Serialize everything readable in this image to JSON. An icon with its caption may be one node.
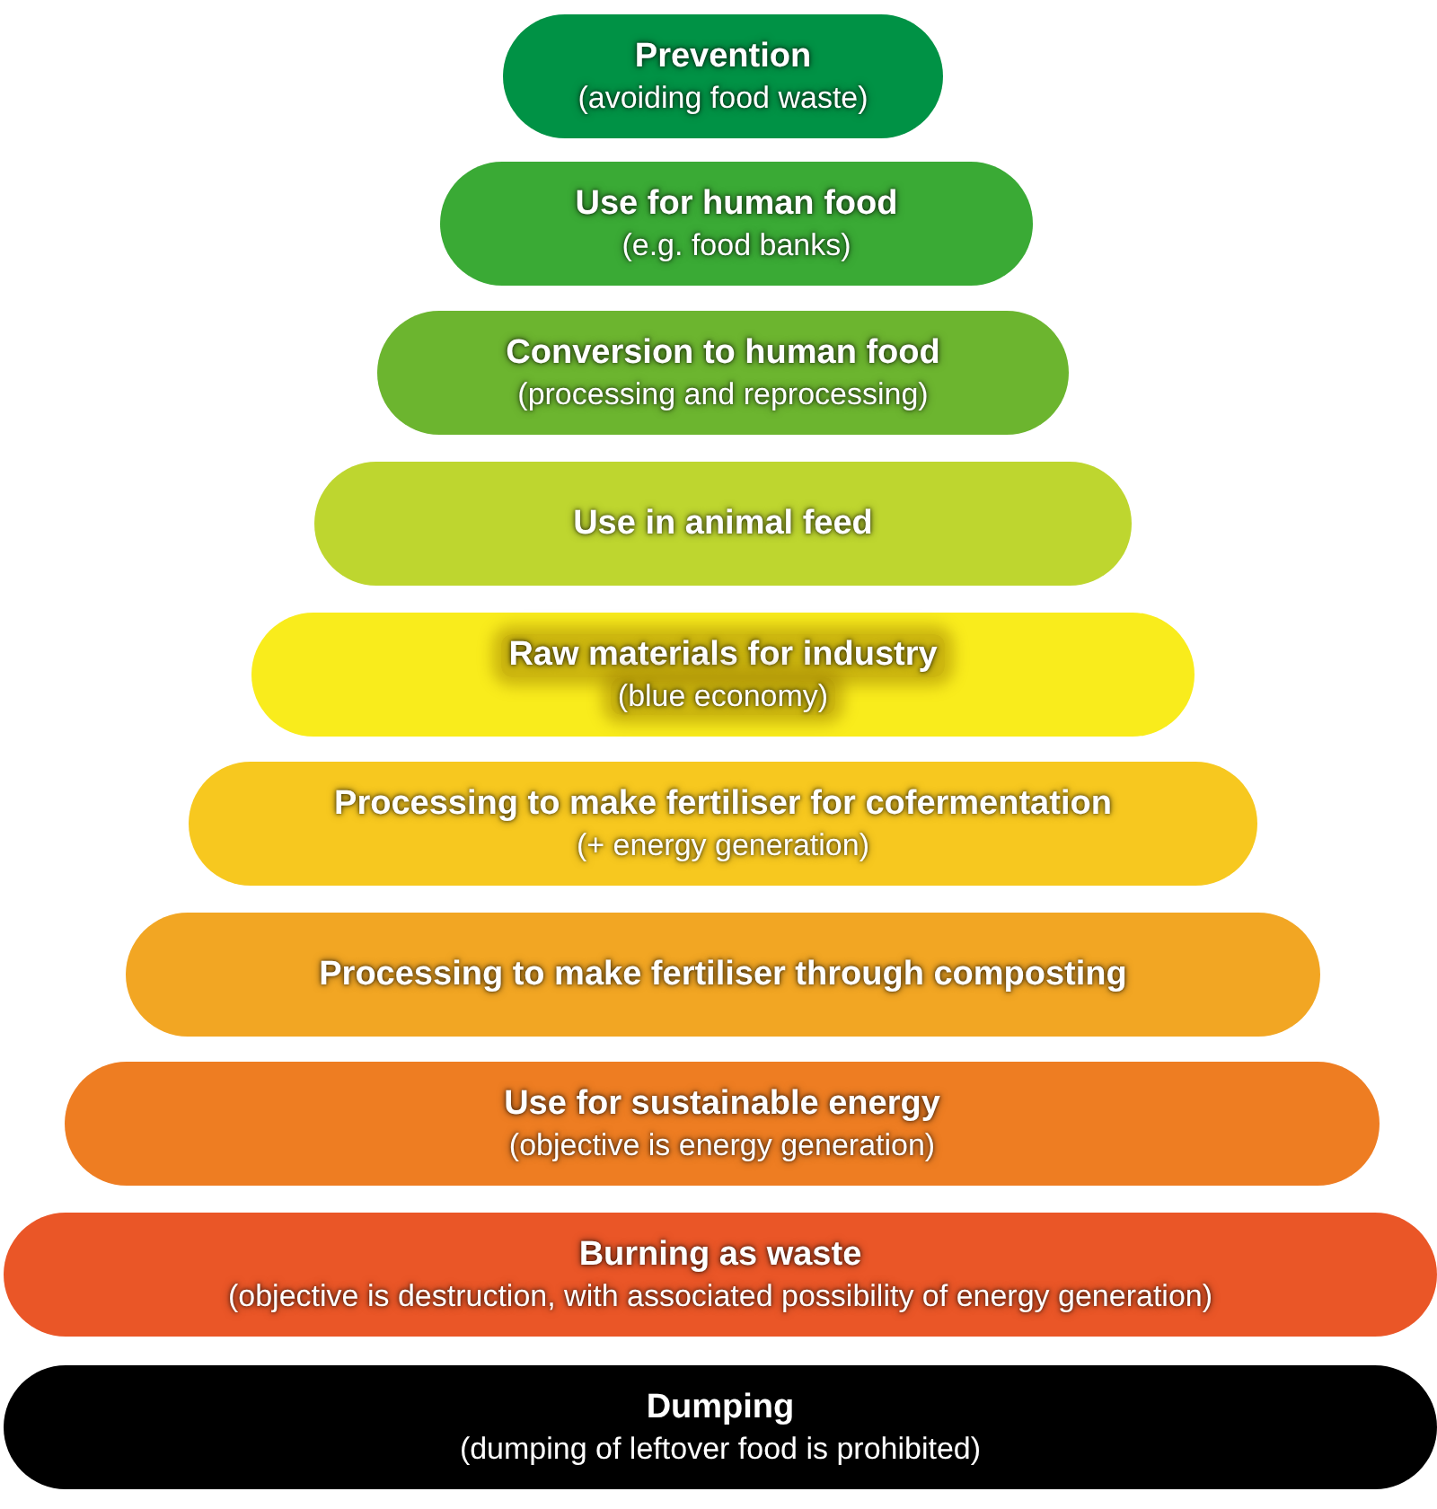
{
  "diagram": {
    "nodes": [
      {
        "text": [
          "Prevention",
          "(avoiding food waste)"
        ]
      },
      {
        "text": [
          "Use for human food",
          "(e.g. food banks)"
        ]
      },
      {
        "text": [
          "Conversion to human food",
          "(processing and reprocessing)"
        ]
      },
      {
        "text": [
          "Use in animal feed"
        ]
      },
      {
        "text": [
          "Raw materials for industry",
          "(blue economy)"
        ]
      },
      {
        "text": [
          "Processing to make fertiliser for cofermentation",
          "(+ energy generation)"
        ]
      },
      {
        "text": [
          "Processing to make fertiliser through composting"
        ]
      },
      {
        "text": [
          "Use for sustainable energy",
          "(objective is energy generation)"
        ]
      },
      {
        "text": [
          "Burning as waste",
          "(objective is destruction, with associated possibility of energy generation)"
        ]
      },
      {
        "text": [
          "Dumping",
          "(dumping of leftover food is prohibited)"
        ]
      }
    ]
  }
}
